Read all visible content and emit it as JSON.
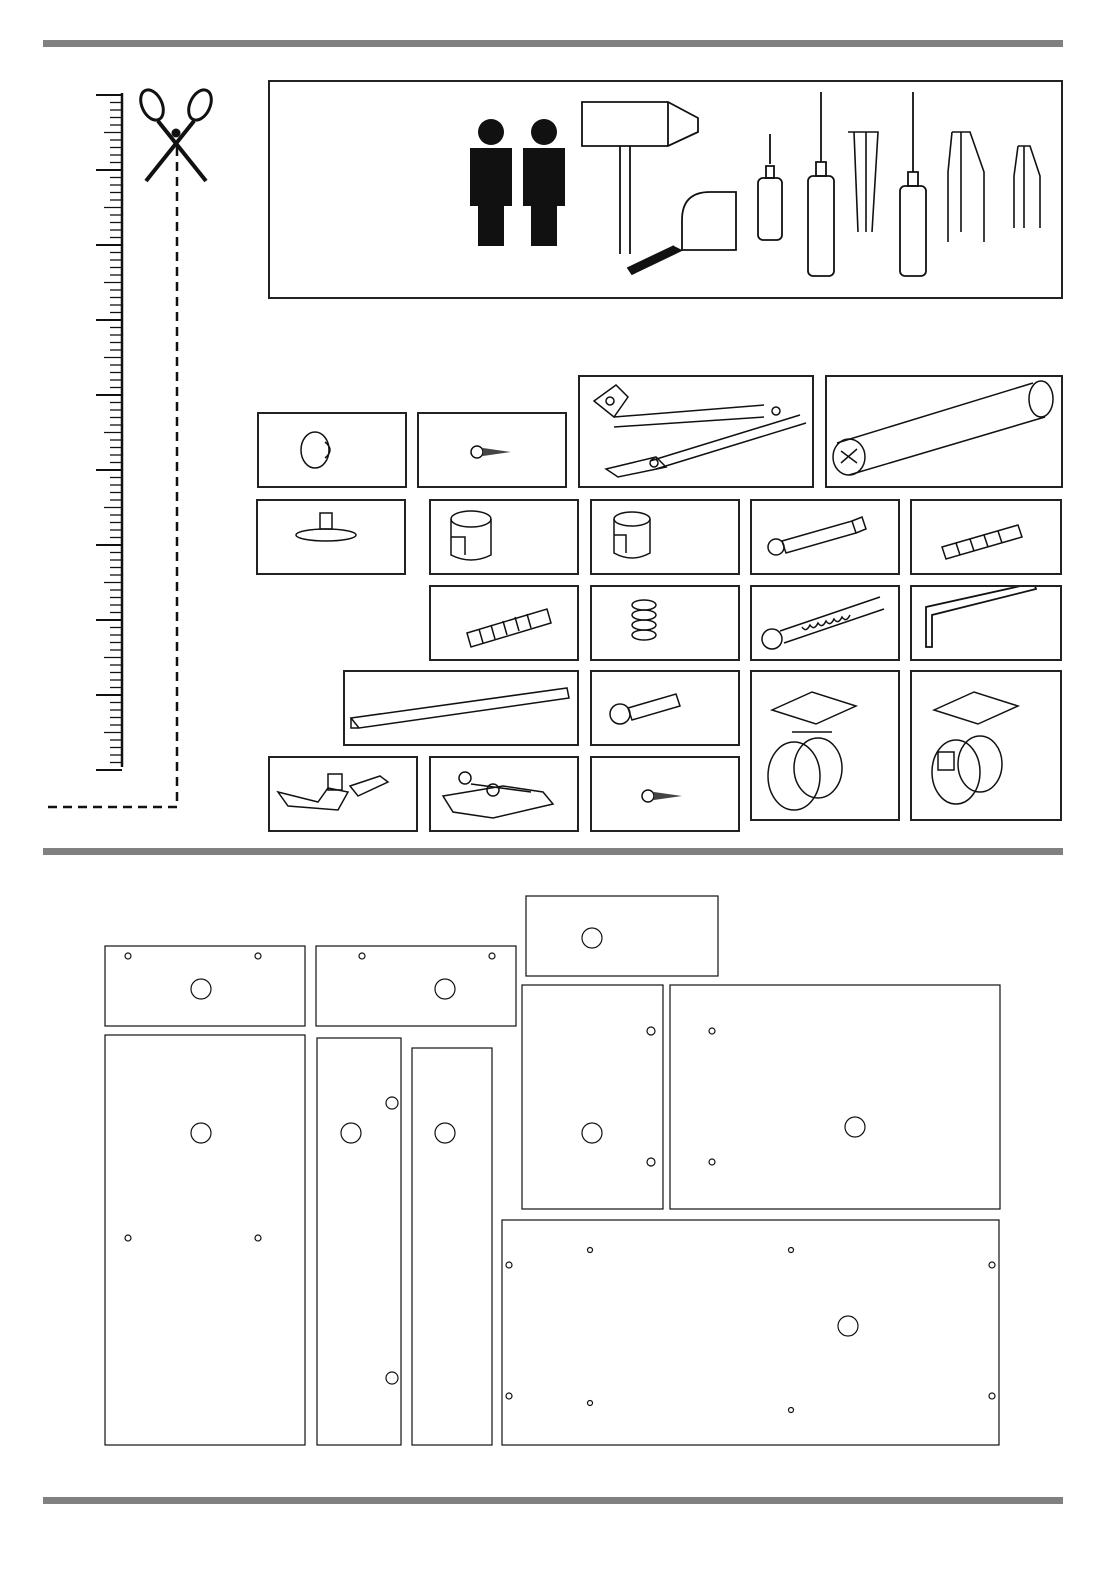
{
  "colors": {
    "rule": "#808080",
    "ink": "#222222",
    "figure": "#111111"
  },
  "icons": {
    "scissors": "scissors-icon",
    "ruler": "ruler-icon",
    "people": "two-persons-icon",
    "hammer": "hammer-icon",
    "tape": "tape-measure-icon",
    "screwdrivers": [
      "phillips-screwdriver-icon",
      "flat-screwdriver-icon"
    ]
  },
  "fittings": [
    "cap-fitting",
    "wood-screw-fitting",
    "lift-stay-fitting",
    "hanging-rail-fitting",
    "glide-fitting",
    "cam-lock-fitting",
    "cam-lock-small-fitting",
    "connecting-bolt-fitting",
    "dowel-fitting",
    "threaded-dowel-fitting",
    "insert-nut-fitting",
    "connecting-screw-fitting",
    "allen-key-fitting",
    "handle-profile-fitting",
    "machine-screw-fitting",
    "castor-fitting",
    "castor-brake-fitting",
    "hinge-fitting",
    "mounting-plate-fitting",
    "small-screw-fitting"
  ]
}
